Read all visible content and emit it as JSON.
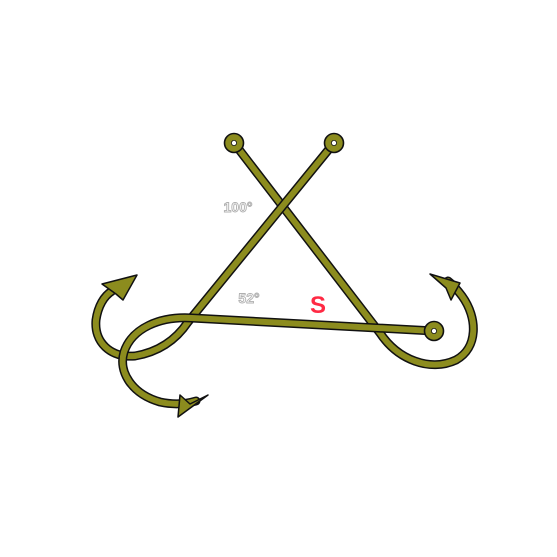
{
  "figure": {
    "angle_top": "100°",
    "angle_left": "52°",
    "point_label": "S"
  },
  "colors": {
    "hook_fill": "#8c8c1e",
    "hook_outline": "#111111",
    "label_red": "#ff2a44",
    "angle_text": "#ffffff",
    "angle_outline": "#b0b0b0",
    "background": "#ffffff"
  }
}
